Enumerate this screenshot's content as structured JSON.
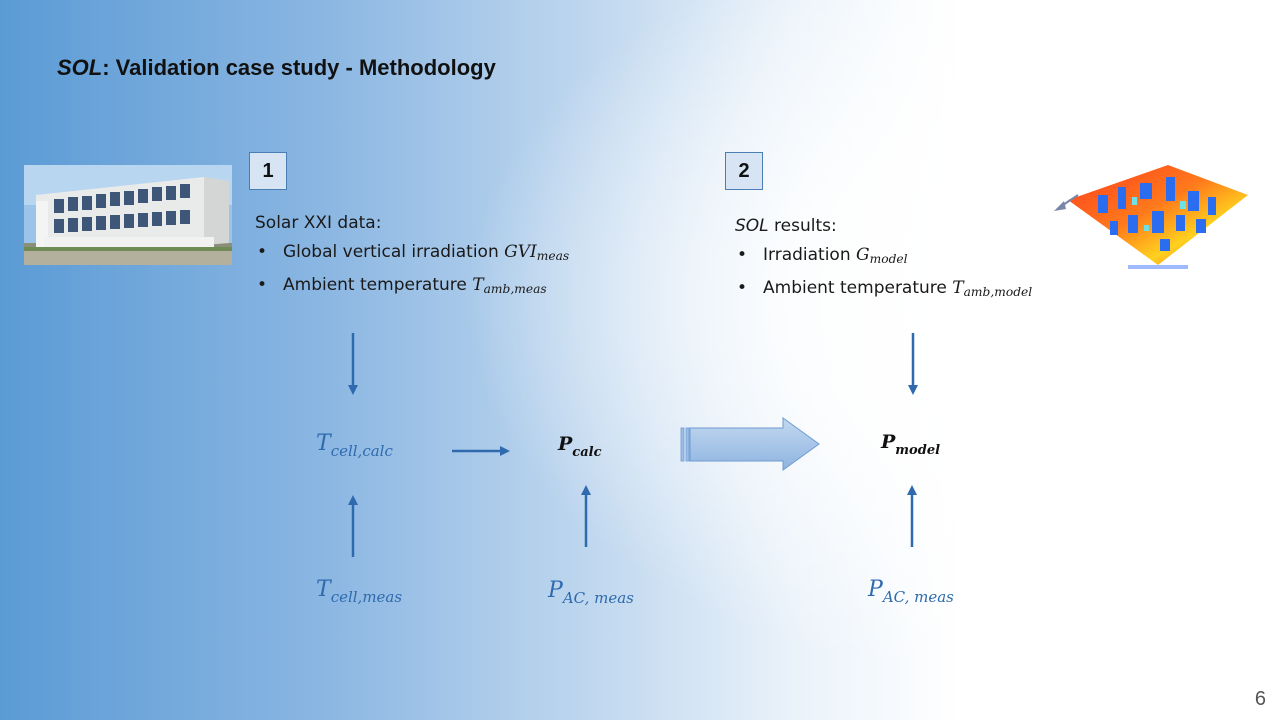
{
  "slide": {
    "title_emph": "SOL",
    "title_rest": ": Validation case study - Methodology",
    "page_number": "6"
  },
  "step1": {
    "number": "1",
    "heading": "Solar XXI data:",
    "items": [
      {
        "text": "Global vertical irradiation ",
        "symbol": "GVI",
        "subscript": "meas"
      },
      {
        "text": "Ambient temperature ",
        "symbol": "T",
        "subscript": "amb,meas"
      }
    ]
  },
  "step2": {
    "number": "2",
    "heading_emph": "SOL",
    "heading_rest": " results:",
    "items": [
      {
        "text": "Irradiation ",
        "symbol": "G",
        "subscript": "model"
      },
      {
        "text": "Ambient temperature ",
        "symbol": "T",
        "subscript": "amb,model"
      }
    ]
  },
  "variables": {
    "t_cell_calc": {
      "symbol": "T",
      "subscript": "cell,calc"
    },
    "t_cell_meas": {
      "symbol": "T",
      "subscript": "cell,meas"
    },
    "p_calc": {
      "symbol": "P",
      "subscript": "calc"
    },
    "p_model": {
      "symbol": "P",
      "subscript": "model"
    },
    "p_ac_meas_left": {
      "symbol": "P",
      "subscript": "AC, meas"
    },
    "p_ac_meas_right": {
      "symbol": "P",
      "subscript": "AC, meas"
    }
  },
  "colors": {
    "arrow": "#2e6aad",
    "big_arrow_fill": "#9dbfe6",
    "step_box_border": "#4a7eb5"
  }
}
